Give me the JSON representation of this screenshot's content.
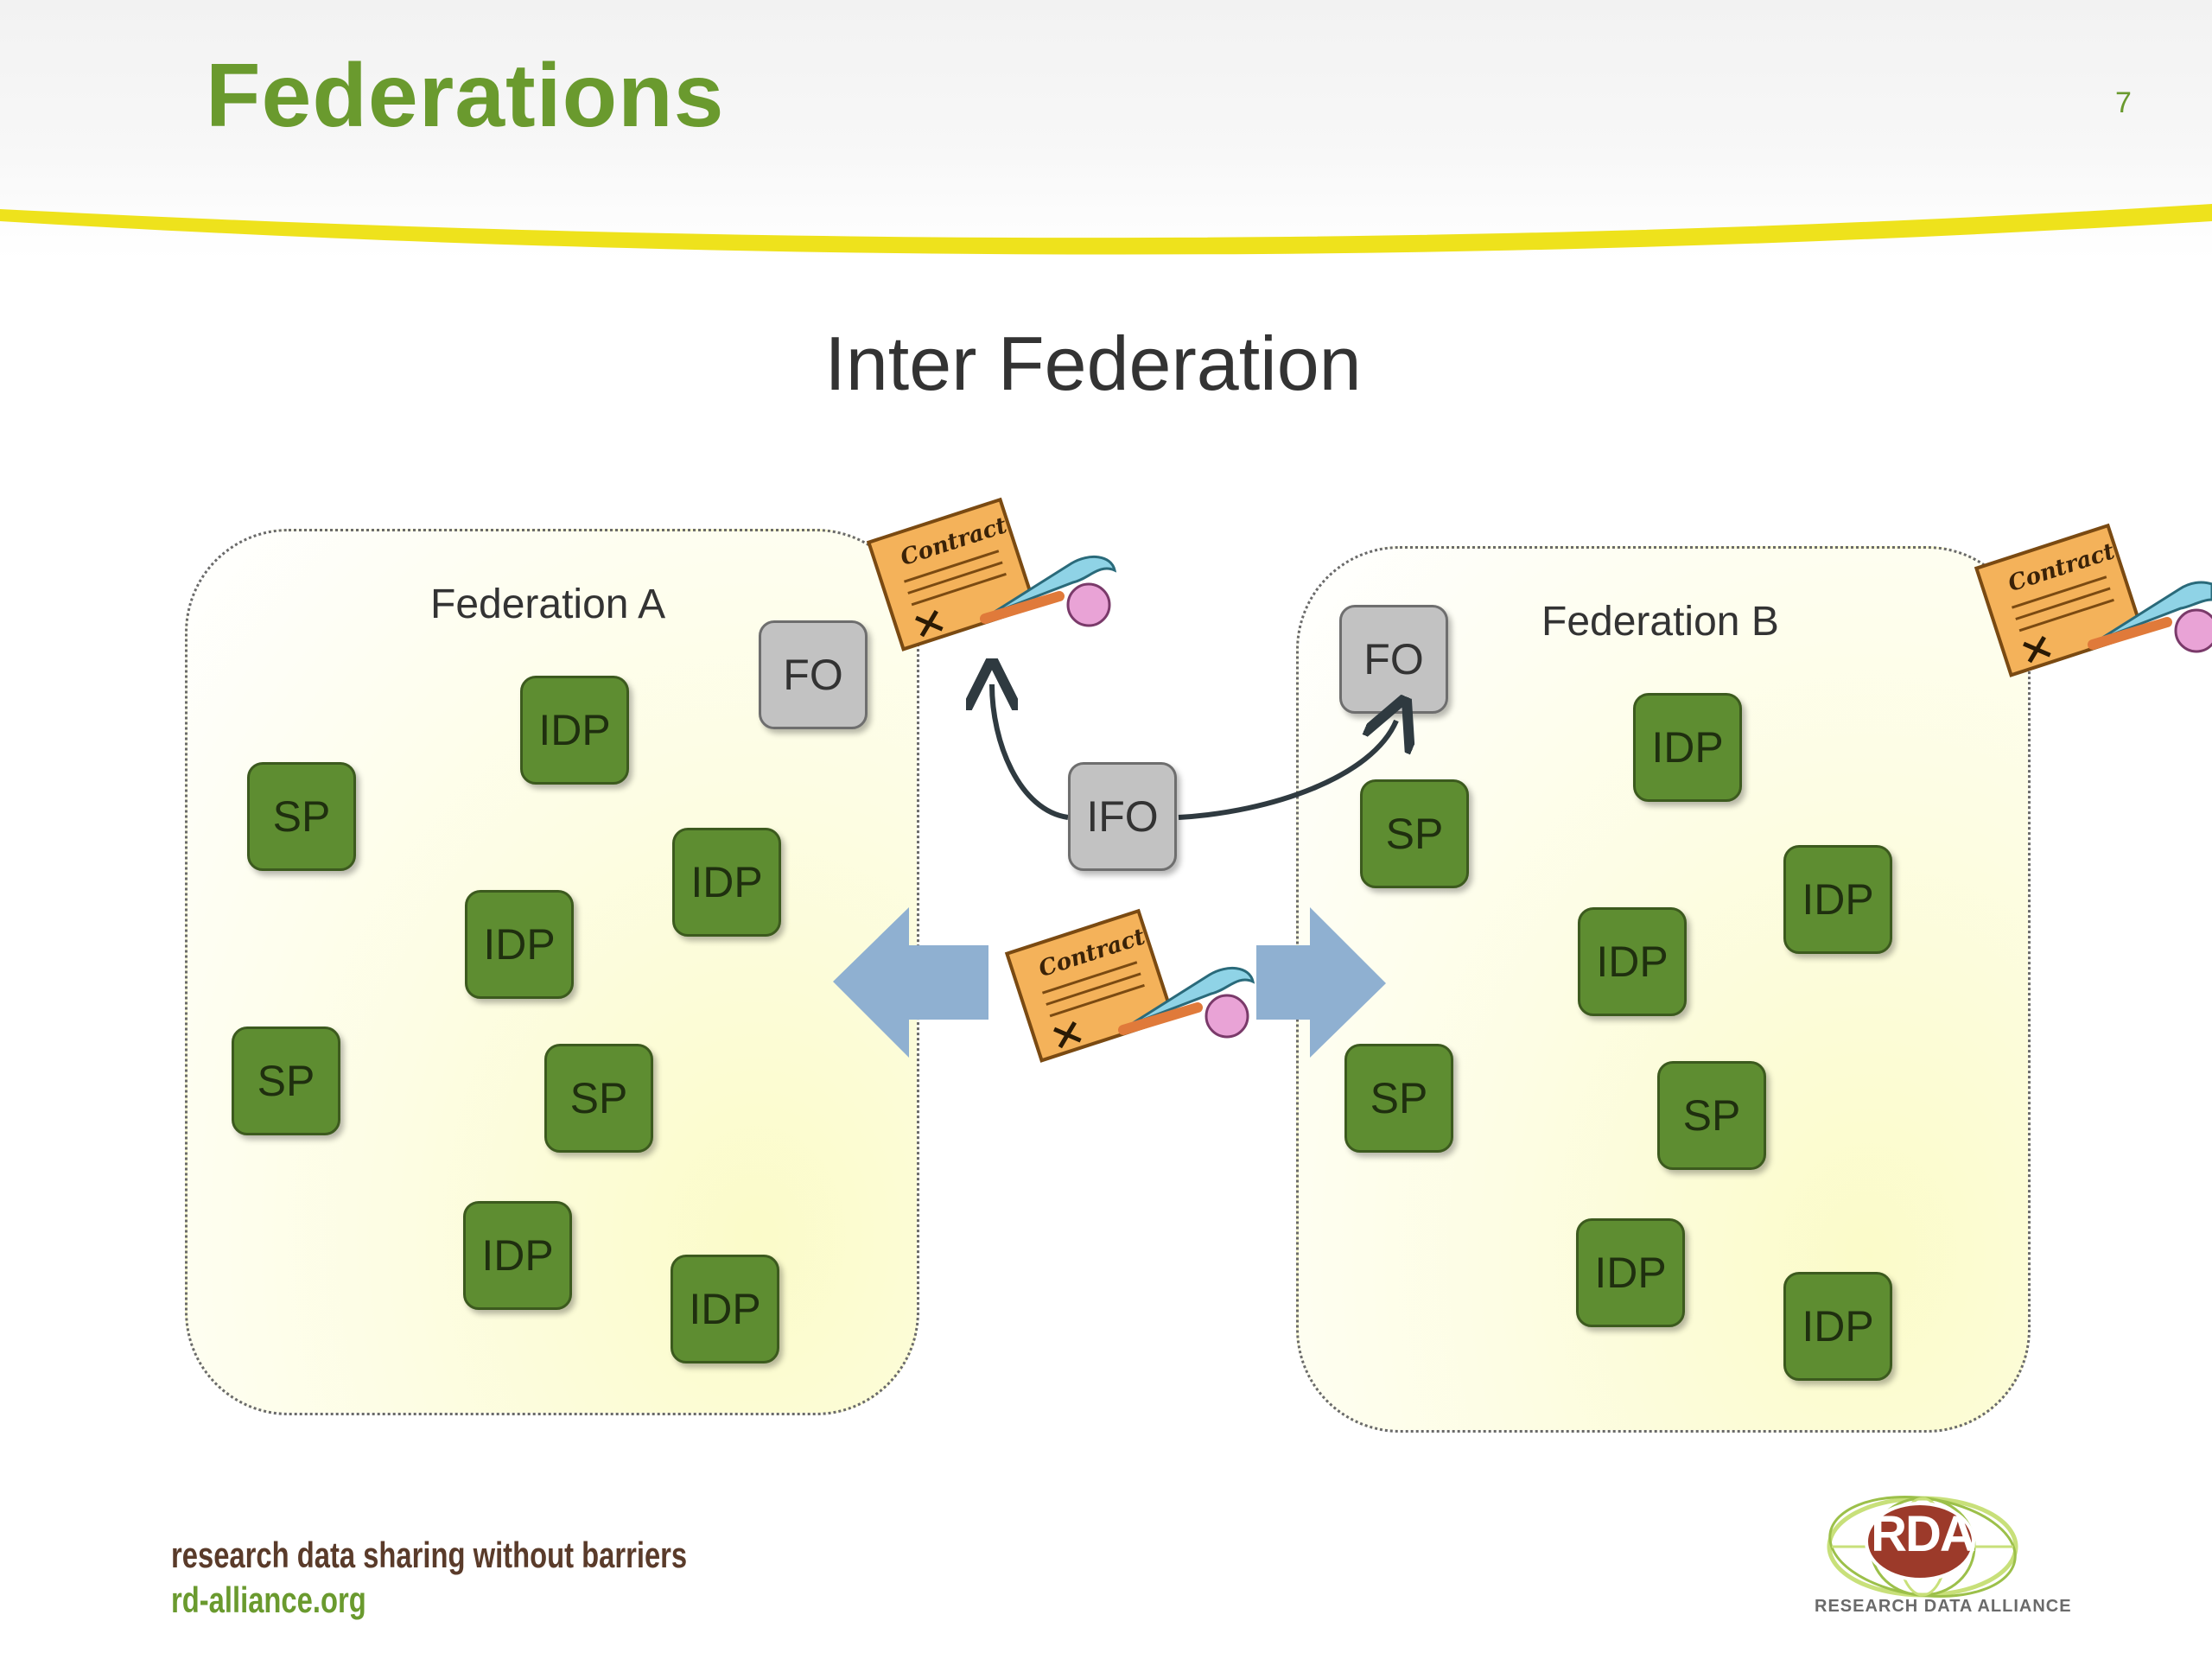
{
  "slide": {
    "title": "Federations",
    "page_number": "7",
    "diagram_title": "Inter Federation"
  },
  "federation_a": {
    "label": "Federation A",
    "fo": "FO",
    "nodes": [
      "IDP",
      "SP",
      "IDP",
      "IDP",
      "SP",
      "SP",
      "IDP",
      "IDP"
    ]
  },
  "federation_b": {
    "label": "Federation B",
    "fo": "FO",
    "nodes": [
      "IDP",
      "SP",
      "IDP",
      "IDP",
      "SP",
      "SP",
      "IDP",
      "IDP"
    ]
  },
  "center": {
    "ifo": "IFO",
    "contract_text": "Contract"
  },
  "footer": {
    "tagline": "research data sharing without barriers",
    "url": "rd-alliance.org",
    "logo_text": "RDA",
    "logo_subtext": "RESEARCH DATA ALLIANCE"
  },
  "colors": {
    "title_green": "#6a9a2e",
    "node_green": "#5e8d31",
    "node_grey": "#c2c2c2",
    "arrow_blue": "#8fb0d1",
    "swoosh_yellow": "#eee21c"
  }
}
